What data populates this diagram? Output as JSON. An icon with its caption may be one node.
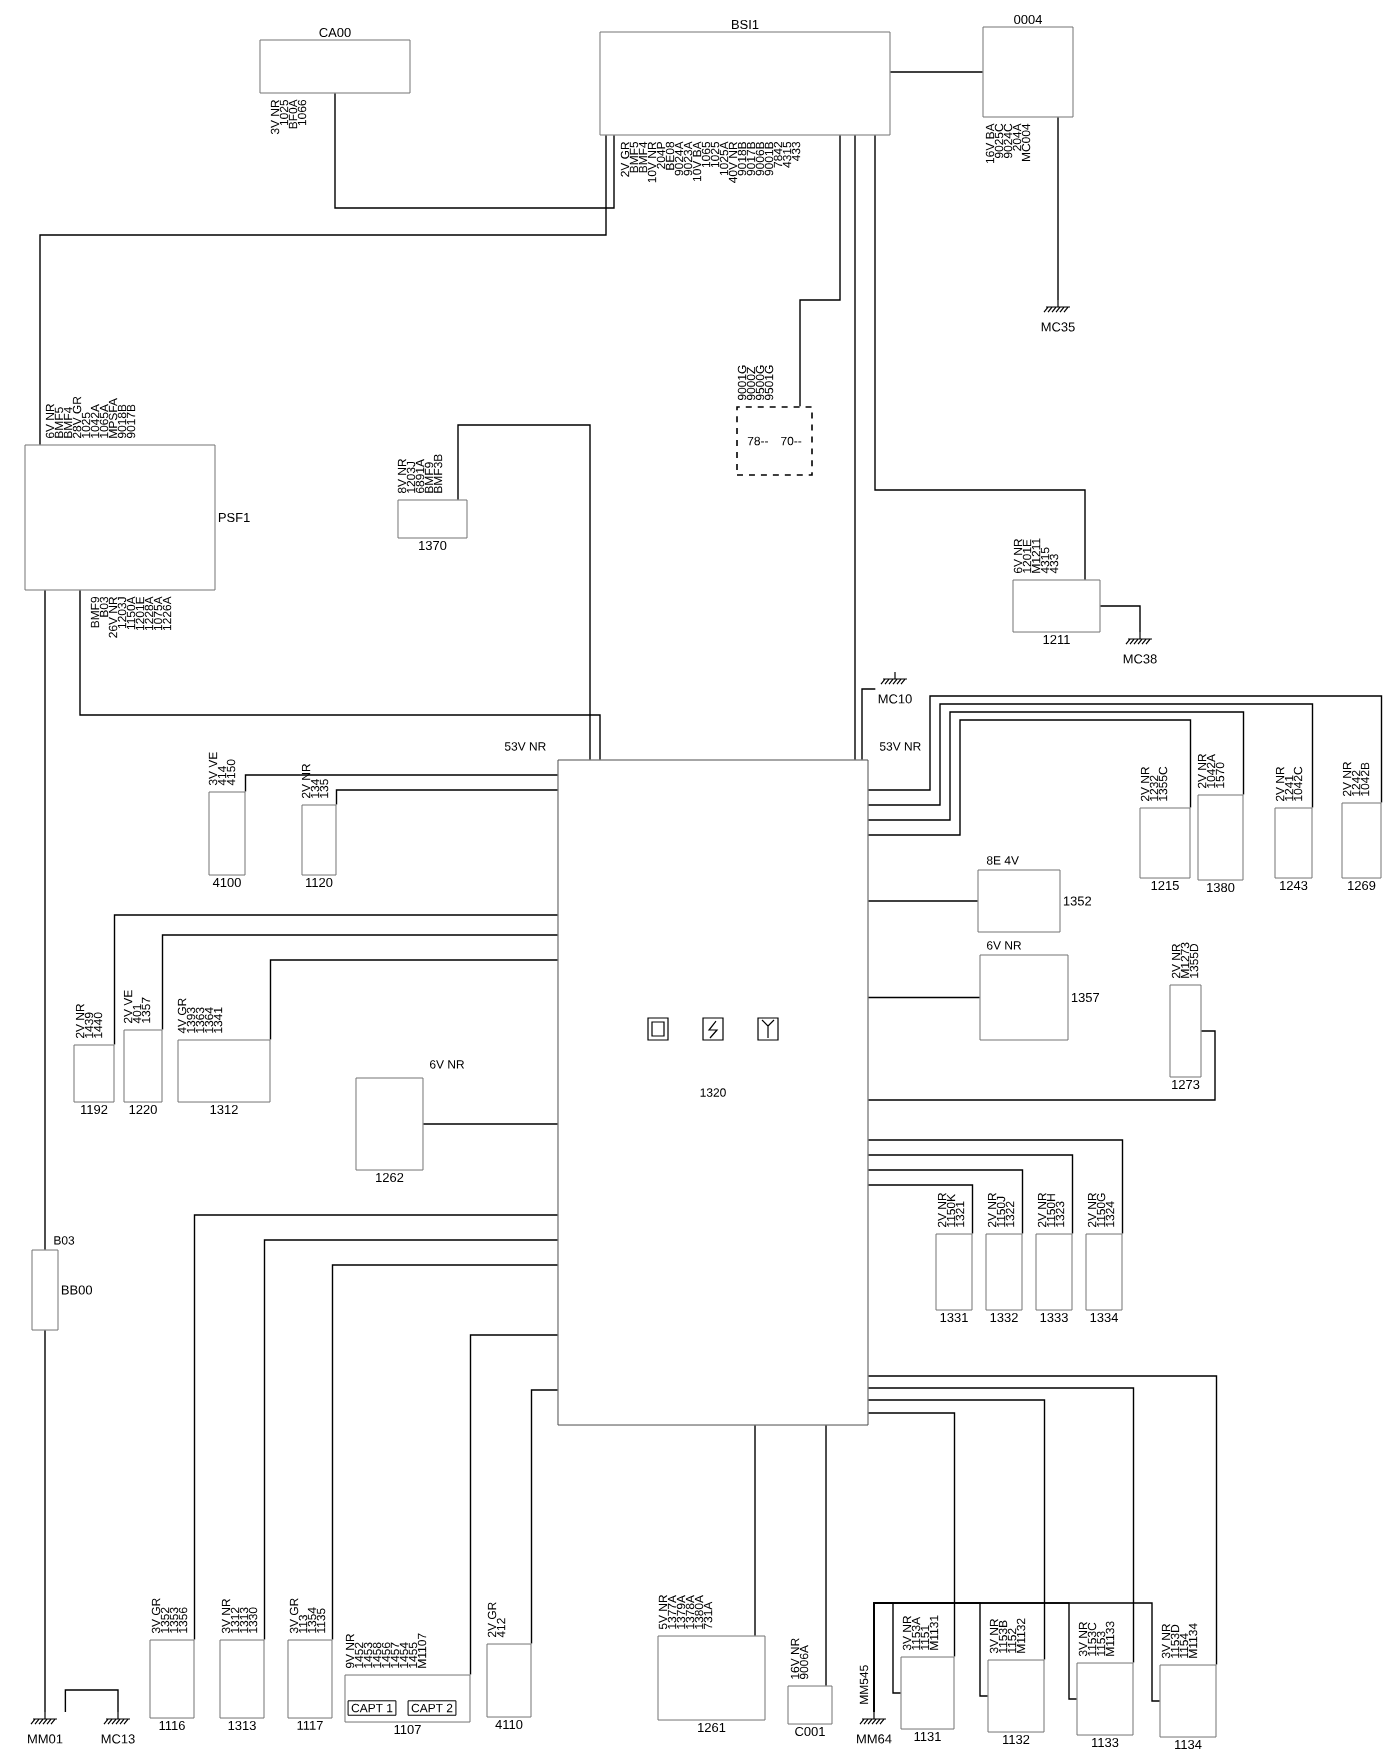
{
  "diagram": {
    "nodes": [
      {
        "text": [
          "CA00"
        ],
        "beside": [
          "3V NR",
          "1025",
          "BF0A",
          "1066"
        ]
      },
      {
        "text": [
          "BSI1"
        ],
        "beside": [
          "2V GR",
          "BMF5",
          "BMF4",
          "10V NR",
          "204P",
          "BE08",
          "9024A",
          "9023A",
          "10V BA",
          "1065",
          "1025",
          "1025A",
          "40V NR",
          "9018B",
          "9017B",
          "9006B",
          "9001B",
          "7842",
          "4315",
          "433"
        ]
      },
      {
        "text": [
          "0004"
        ],
        "beside": [
          "16V BA",
          "9025C",
          "9024C",
          "204A",
          "MC004"
        ]
      },
      {
        "text": [
          "MC35"
        ]
      },
      {
        "text": [
          "PSF1"
        ],
        "beside": [
          "6V NR",
          "BMF5",
          "BMF4",
          "28V GR",
          "1025",
          "1042A",
          "1065A",
          "MPSFA",
          "9018B",
          "9017B",
          "BMF9",
          "B03",
          "26V NR",
          "1203J",
          "1150A",
          "1201E",
          "1228A",
          "1075A",
          "1226A"
        ]
      },
      {
        "text": [
          "1370"
        ],
        "beside": [
          "8V NR",
          "1203J",
          "6891A",
          "BMF9",
          "BMF3B"
        ]
      },
      {
        "text": [
          "78--",
          "70--"
        ],
        "beside": [
          "9001G",
          "9000Z",
          "9500G",
          "9501G"
        ]
      },
      {
        "text": [
          "1211"
        ],
        "beside": [
          "6V NR",
          "1201E",
          "M1211",
          "4315",
          "433"
        ]
      },
      {
        "text": [
          "MC38"
        ]
      },
      {
        "text": [
          "MC10"
        ]
      },
      {
        "text": [
          "1320"
        ],
        "beside": [
          "53V NR",
          "53V NR"
        ]
      },
      {
        "text": [
          "4100"
        ],
        "beside": [
          "3V VE",
          "414",
          "4150"
        ]
      },
      {
        "text": [
          "1120"
        ],
        "beside": [
          "2V NR",
          "134",
          "135"
        ]
      },
      {
        "text": [
          "1192"
        ],
        "beside": [
          "2V NR",
          "1439",
          "1440"
        ]
      },
      {
        "text": [
          "1220"
        ],
        "beside": [
          "2V VE",
          "401",
          "1357"
        ]
      },
      {
        "text": [
          "1312"
        ],
        "beside": [
          "4V GR",
          "1393",
          "1363",
          "1364",
          "1341"
        ]
      },
      {
        "text": [
          "1262"
        ],
        "beside": [
          "6V NR"
        ]
      },
      {
        "text": [
          "1352"
        ],
        "beside": [
          "8E 4V"
        ]
      },
      {
        "text": [
          "1357"
        ],
        "beside": [
          "6V NR"
        ]
      },
      {
        "text": [
          "1215"
        ],
        "beside": [
          "2V NR",
          "1232",
          "1355C"
        ]
      },
      {
        "text": [
          "1380"
        ],
        "beside": [
          "2V NR",
          "1042A",
          "1570"
        ]
      },
      {
        "text": [
          "1243"
        ],
        "beside": [
          "2V NR",
          "1241",
          "1042C"
        ]
      },
      {
        "text": [
          "1269"
        ],
        "beside": [
          "2V NR",
          "1242",
          "1042B"
        ]
      },
      {
        "text": [
          "1273"
        ],
        "beside": [
          "2V NR",
          "M1273",
          "1355D"
        ]
      },
      {
        "text": [
          "1331"
        ],
        "beside": [
          "2V NR",
          "1150K",
          "1321"
        ]
      },
      {
        "text": [
          "1332"
        ],
        "beside": [
          "2V NR",
          "1150J",
          "1322"
        ]
      },
      {
        "text": [
          "1333"
        ],
        "beside": [
          "2V NR",
          "1150H",
          "1323"
        ]
      },
      {
        "text": [
          "1334"
        ],
        "beside": [
          "2V NR",
          "1150G",
          "1324"
        ]
      },
      {
        "text": [
          "BB00"
        ],
        "beside": [
          "B03"
        ]
      },
      {
        "text": [
          "MM01"
        ]
      },
      {
        "text": [
          "MC13"
        ]
      },
      {
        "text": [
          "1116"
        ],
        "beside": [
          "3V GR",
          "1352",
          "1353",
          "1356"
        ]
      },
      {
        "text": [
          "1313"
        ],
        "beside": [
          "3V NR",
          "1312",
          "1313",
          "1330"
        ]
      },
      {
        "text": [
          "1117"
        ],
        "beside": [
          "3V GR",
          "113",
          "1354",
          "1135"
        ]
      },
      {
        "text": [
          "1107"
        ],
        "beside": [
          "9V NR",
          "1452",
          "1453",
          "1458",
          "1456",
          "1457",
          "1454",
          "1455",
          "M1107"
        ]
      },
      {
        "text": [
          "4110"
        ],
        "beside": [
          "2V GR",
          "412"
        ]
      },
      {
        "text": [
          "1261"
        ],
        "beside": [
          "5V NR",
          "1377A",
          "1379A",
          "1378A",
          "1380A",
          "731A"
        ]
      },
      {
        "text": [
          "C001"
        ],
        "beside": [
          "16V NR",
          "9006A"
        ]
      },
      {
        "text": [
          "MM64"
        ],
        "beside": [
          "MM545"
        ]
      },
      {
        "text": [
          "1131"
        ],
        "beside": [
          "3V NR",
          "1153A",
          "1151",
          "M1131"
        ]
      },
      {
        "text": [
          "1132"
        ],
        "beside": [
          "3V NR",
          "1153B",
          "1152",
          "M1132"
        ]
      },
      {
        "text": [
          "1133"
        ],
        "beside": [
          "3V NR",
          "1153C",
          "1153",
          "M1133"
        ]
      },
      {
        "text": [
          "1134"
        ],
        "beside": [
          "3V NR",
          "1153D",
          "1154",
          "M1134"
        ]
      }
    ],
    "edges": [
      {
        "from": 0,
        "to": 1,
        "arrow": "none"
      },
      {
        "from": 2,
        "to": 1,
        "arrow": "none"
      },
      {
        "from": 2,
        "to": 3,
        "arrow": "none"
      },
      {
        "from": 1,
        "to": 4,
        "arrow": "none"
      },
      {
        "from": 4,
        "to": 10,
        "arrow": "none"
      },
      {
        "from": 1,
        "to": 10,
        "arrow": "none"
      },
      {
        "from": 1,
        "to": 6,
        "arrow": "none"
      },
      {
        "from": 1,
        "to": 7,
        "arrow": "none"
      },
      {
        "from": 7,
        "to": 8,
        "arrow": "none"
      },
      {
        "from": 5,
        "to": 10,
        "arrow": "none"
      },
      {
        "from": 9,
        "to": 10,
        "arrow": "none"
      },
      {
        "from": 28,
        "to": 4,
        "arrow": "none"
      },
      {
        "from": 28,
        "to": 29,
        "arrow": "none"
      },
      {
        "from": 29,
        "to": 30,
        "arrow": "none"
      },
      {
        "from": 11,
        "to": 10,
        "arrow": "none"
      },
      {
        "from": 12,
        "to": 10,
        "arrow": "none"
      },
      {
        "from": 13,
        "to": 10,
        "arrow": "none"
      },
      {
        "from": 14,
        "to": 10,
        "arrow": "none"
      },
      {
        "from": 15,
        "to": 10,
        "arrow": "none"
      },
      {
        "from": 16,
        "to": 10,
        "arrow": "none"
      },
      {
        "from": 31,
        "to": 10,
        "arrow": "none"
      },
      {
        "from": 32,
        "to": 10,
        "arrow": "none"
      },
      {
        "from": 33,
        "to": 10,
        "arrow": "none"
      },
      {
        "from": 34,
        "to": 10,
        "arrow": "none"
      },
      {
        "from": 35,
        "to": 10,
        "arrow": "none"
      },
      {
        "from": 36,
        "to": 10,
        "arrow": "none"
      },
      {
        "from": 37,
        "to": 10,
        "arrow": "none"
      },
      {
        "from": 38,
        "to": 39,
        "arrow": "none"
      },
      {
        "from": 38,
        "to": 40,
        "arrow": "none"
      },
      {
        "from": 38,
        "to": 41,
        "arrow": "none"
      },
      {
        "from": 38,
        "to": 42,
        "arrow": "none"
      },
      {
        "from": 39,
        "to": 10,
        "arrow": "none"
      },
      {
        "from": 40,
        "to": 10,
        "arrow": "none"
      },
      {
        "from": 41,
        "to": 10,
        "arrow": "none"
      },
      {
        "from": 42,
        "to": 10,
        "arrow": "none"
      },
      {
        "from": 24,
        "to": 10,
        "arrow": "none"
      },
      {
        "from": 25,
        "to": 10,
        "arrow": "none"
      },
      {
        "from": 26,
        "to": 10,
        "arrow": "none"
      },
      {
        "from": 27,
        "to": 10,
        "arrow": "none"
      },
      {
        "from": 17,
        "to": 10,
        "arrow": "none"
      },
      {
        "from": 18,
        "to": 10,
        "arrow": "none"
      },
      {
        "from": 19,
        "to": 10,
        "arrow": "none"
      },
      {
        "from": 20,
        "to": 10,
        "arrow": "none"
      },
      {
        "from": 21,
        "to": 10,
        "arrow": "none"
      },
      {
        "from": 22,
        "to": 10,
        "arrow": "none"
      },
      {
        "from": 23,
        "to": 10,
        "arrow": "none"
      }
    ],
    "labels": [
      "CAPT 1",
      "CAPT 2"
    ]
  }
}
